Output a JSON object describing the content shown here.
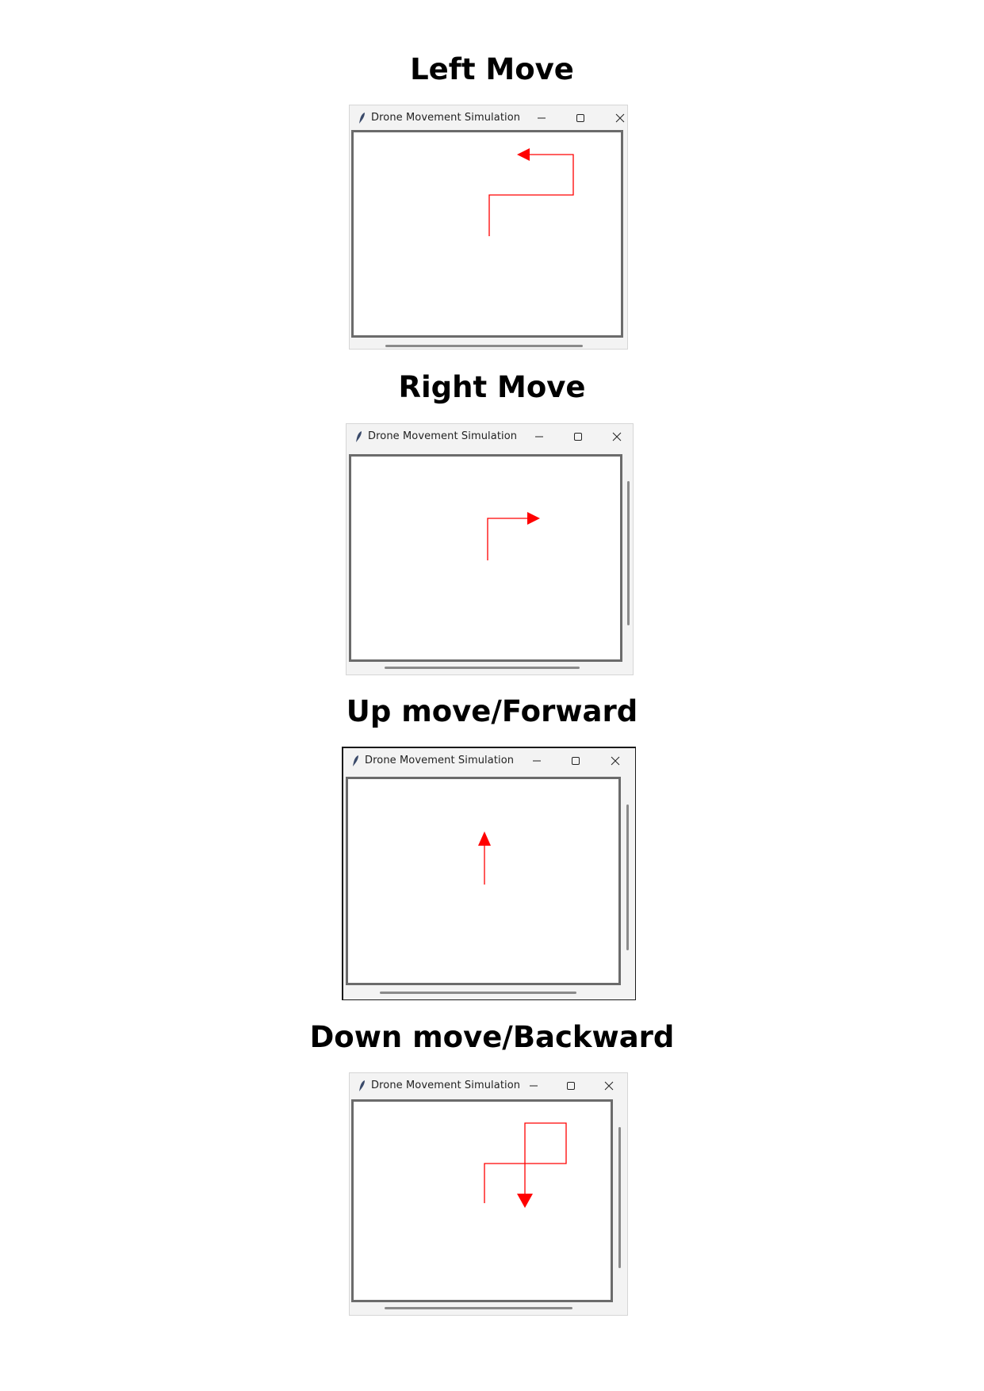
{
  "panels": [
    {
      "heading": "Left Move",
      "window_title": "Drone Movement Simulation"
    },
    {
      "heading": "Right Move",
      "window_title": "Drone Movement Simulation"
    },
    {
      "heading": "Up move/Forward",
      "window_title": "Drone Movement Simulation"
    },
    {
      "heading": "Down move/Backward",
      "window_title": "Drone Movement Simulation"
    }
  ],
  "window_icons": [
    "feather-icon",
    "minimize-icon",
    "maximize-icon",
    "close-icon"
  ],
  "colors": {
    "path": "#ff0000",
    "frame": "#6b6b6b",
    "titlebar": "#f3f3f3"
  }
}
